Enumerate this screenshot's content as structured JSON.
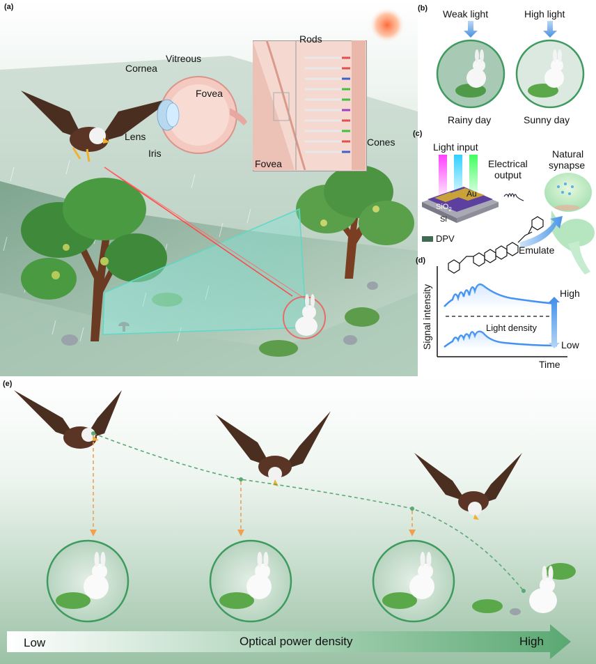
{
  "panels": {
    "a": "(a)",
    "b": "(b)",
    "c": "(c)",
    "d": "(d)",
    "e": "(e)"
  },
  "eye_labels": {
    "cornea": "Cornea",
    "vitreous": "Vitreous",
    "fovea": "Fovea",
    "lens": "Lens",
    "iris": "Iris",
    "rods": "Rods",
    "cones": "Cones",
    "fovea_detail": "Fovea"
  },
  "panel_b": {
    "weak_light": "Weak light",
    "high_light": "High light",
    "rainy_day": "Rainy day",
    "sunny_day": "Sunny day"
  },
  "panel_c": {
    "light_input": "Light input",
    "electrical_output_1": "Electrical",
    "electrical_output_2": "output",
    "natural_synapse_1": "Natural",
    "natural_synapse_2": "synapse",
    "au": "Au",
    "sio2": "SiO",
    "sio2_sub": "2",
    "si": "Si",
    "dpv": "DPV",
    "emulate": "Emulate"
  },
  "panel_d": {
    "y_axis": "Signal intensity",
    "x_axis": "Time",
    "high": "High",
    "low": "Low",
    "light_density": "Light density"
  },
  "panel_e": {
    "low": "Low",
    "title": "Optical power density",
    "high": "High"
  },
  "colors": {
    "sky_green": "#cfe4d6",
    "hill_green": "#8fb8a0",
    "signal_blue": "#3d8ef0",
    "arrow_green": "#5aa872",
    "dashed_orange": "#f0a050",
    "sun": "#ff7040"
  }
}
